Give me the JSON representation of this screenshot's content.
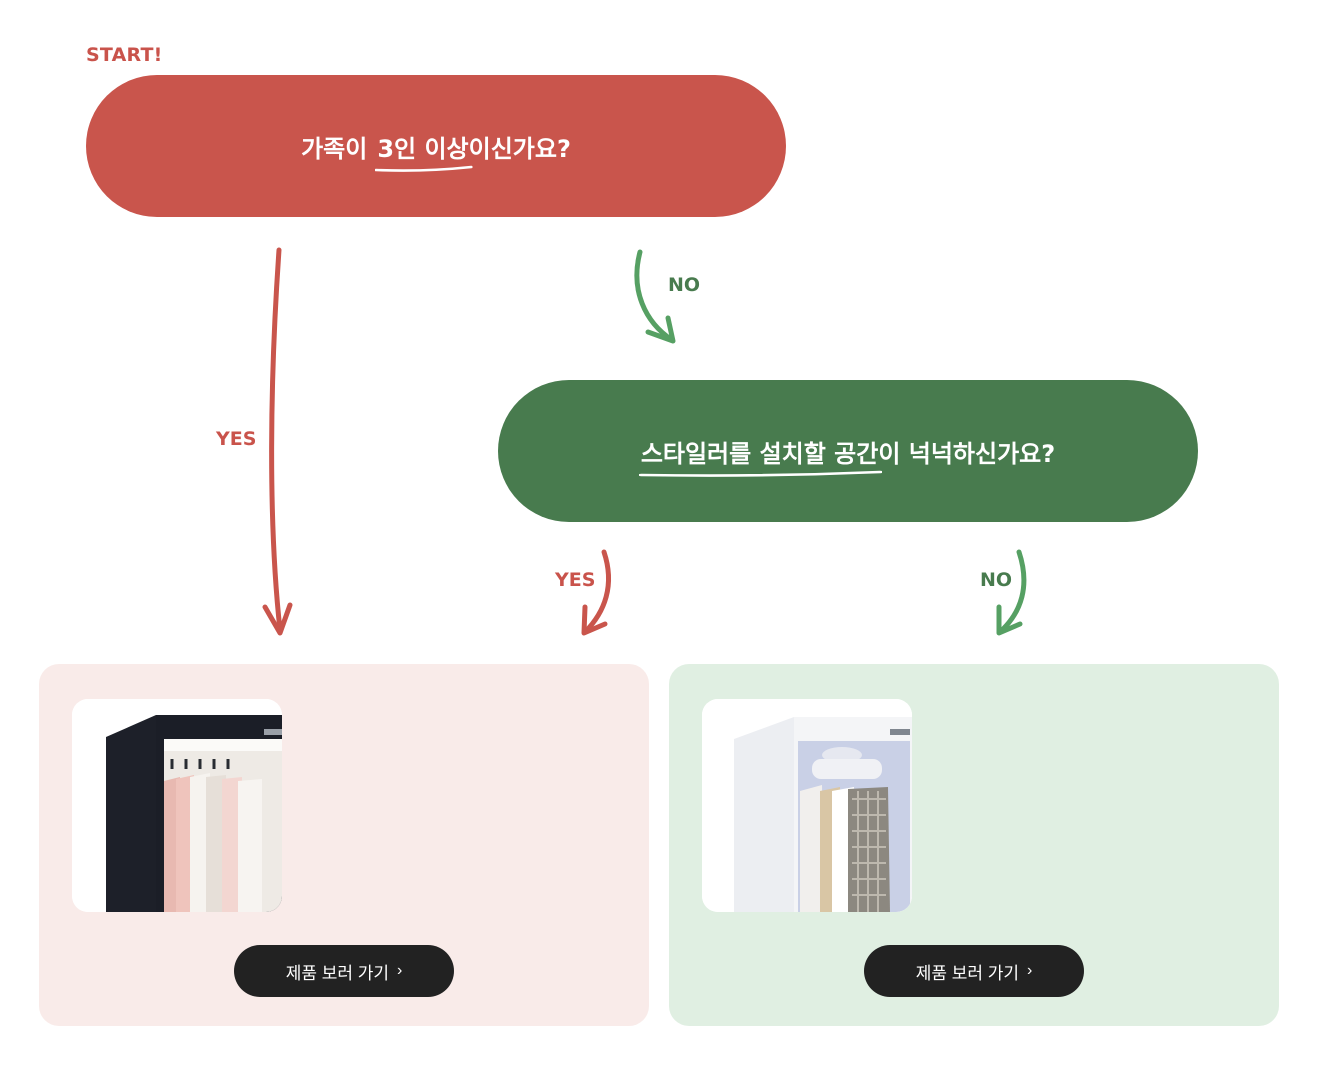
{
  "start_label": "START!",
  "question1": {
    "highlight": "3인 이상",
    "before": "가족이",
    "after": "이신가요?"
  },
  "question2": {
    "highlight": "스타일러를 설치할 공간",
    "after": "이 넉넉하신가요?"
  },
  "edges": {
    "q1_yes": "YES",
    "q1_no": "NO",
    "q2_yes": "YES",
    "q2_no": "NO"
  },
  "cards": [
    {
      "button_label": "제품 보러 가기",
      "chevron": "›"
    },
    {
      "button_label": "제품 보러 가기",
      "chevron": "›"
    }
  ],
  "colors": {
    "red": "#c9554c",
    "green": "#487b4e",
    "pink_card": "#f9ebe9",
    "mint_card": "#e0efe2",
    "button": "#222222"
  }
}
